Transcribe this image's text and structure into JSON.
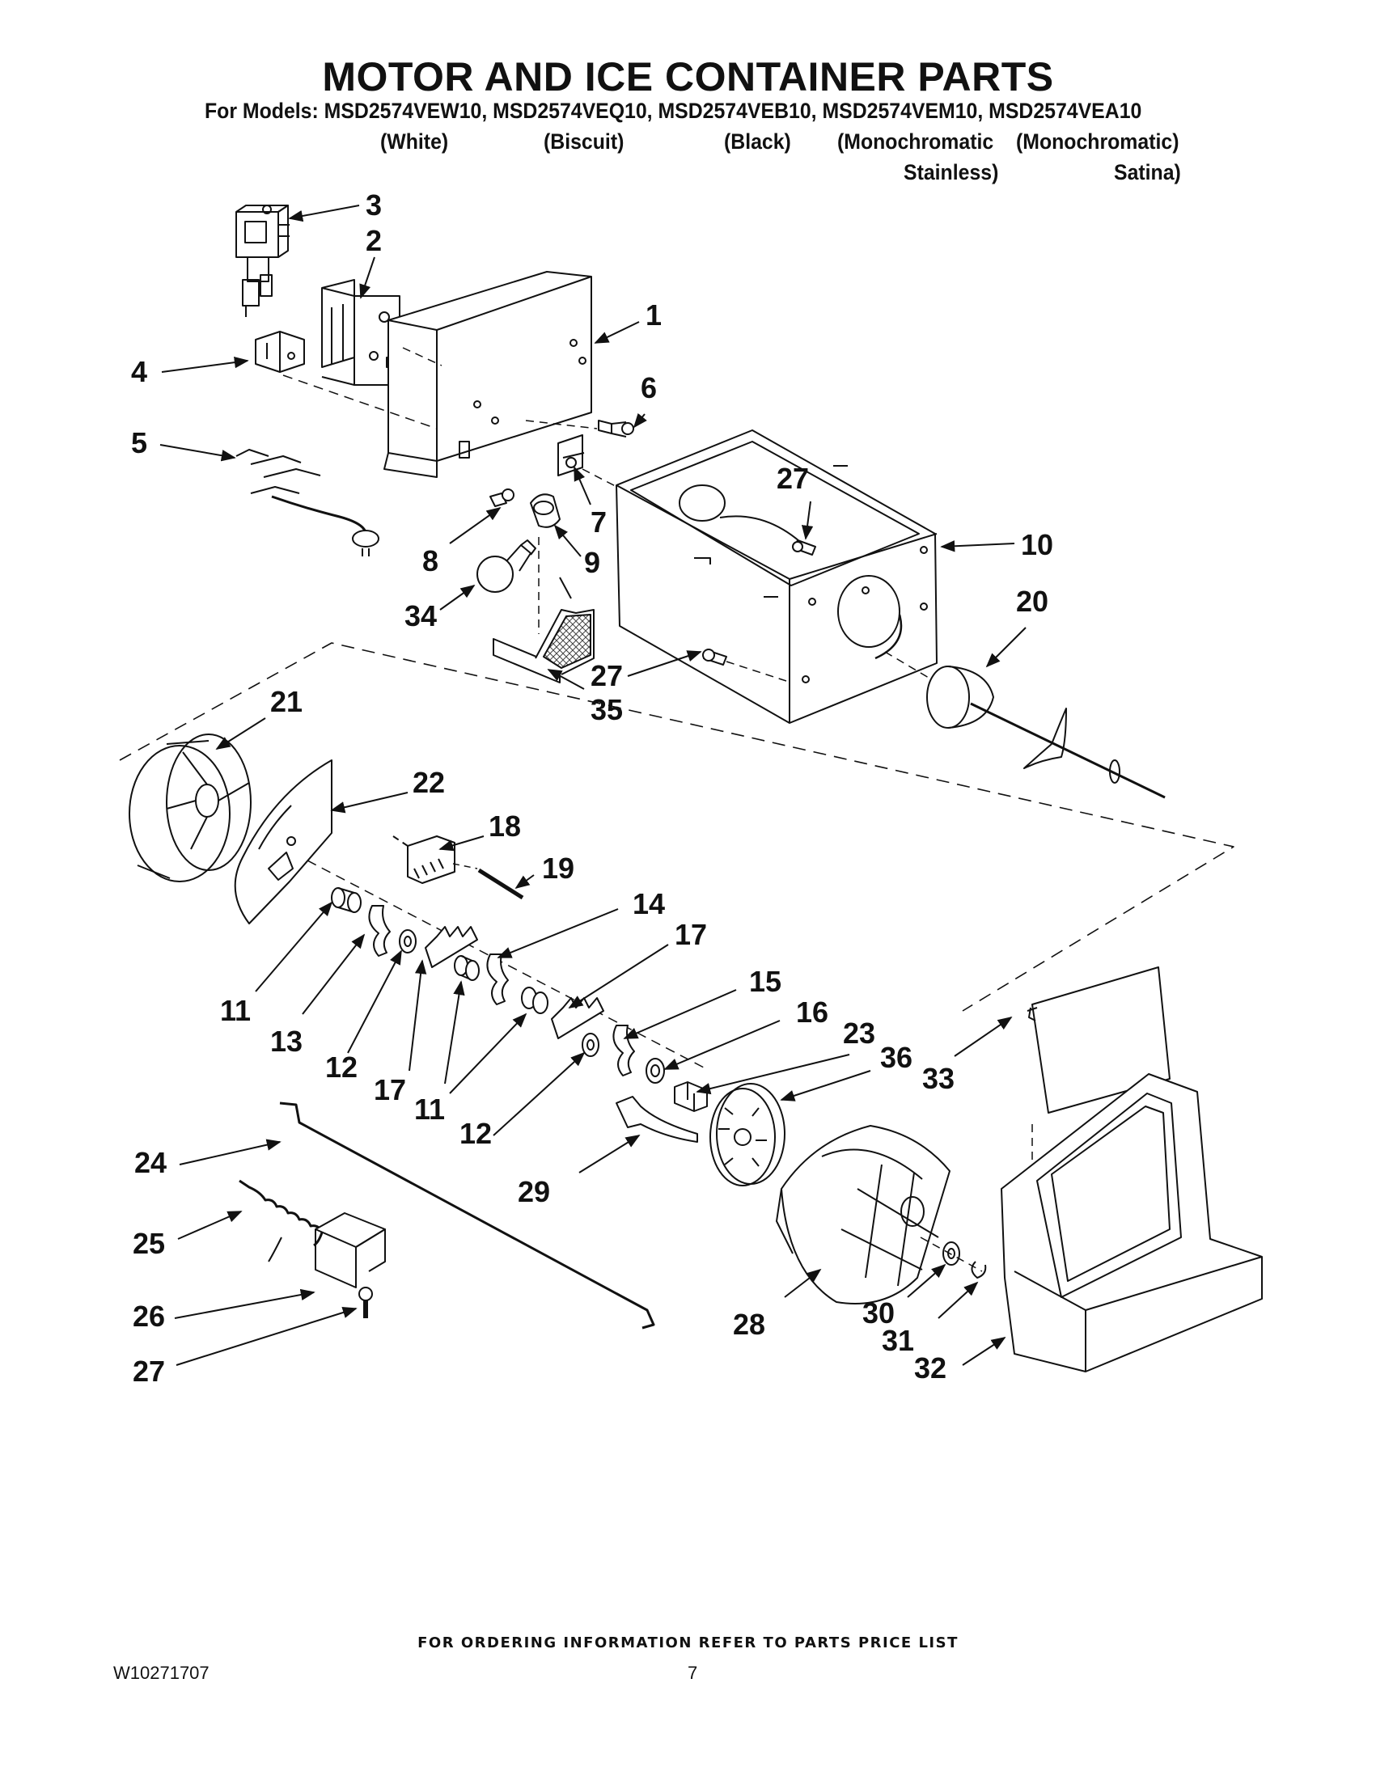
{
  "header": {
    "title": "MOTOR AND ICE CONTAINER PARTS",
    "models_line": "For Models: MSD2574VEW10, MSD2574VEQ10, MSD2574VEB10, MSD2574VEM10, MSD2574VEA10",
    "variants": [
      "(White)",
      "(Biscuit)",
      "(Black)",
      "(Monochromatic",
      "(Monochromatic)"
    ],
    "variants_line2": [
      "Stainless)",
      "Satina)"
    ]
  },
  "callouts": {
    "c1": "1",
    "c2": "2",
    "c3": "3",
    "c4": "4",
    "c5": "5",
    "c6": "6",
    "c7": "7",
    "c8": "8",
    "c9": "9",
    "c10": "10",
    "c11a": "11",
    "c11b": "11",
    "c12a": "12",
    "c12b": "12",
    "c13": "13",
    "c14": "14",
    "c15": "15",
    "c16": "16",
    "c17a": "17",
    "c17b": "17",
    "c18": "18",
    "c19": "19",
    "c20": "20",
    "c21": "21",
    "c22": "22",
    "c23": "23",
    "c24": "24",
    "c25": "25",
    "c26": "26",
    "c27a": "27",
    "c27b": "27",
    "c27c": "27",
    "c28": "28",
    "c29": "29",
    "c30": "30",
    "c31": "31",
    "c32": "32",
    "c33": "33",
    "c34": "34",
    "c35": "35",
    "c36": "36"
  },
  "footer": {
    "ordering": "FOR ORDERING INFORMATION REFER TO PARTS PRICE LIST",
    "doc_number": "W10271707",
    "page": "7"
  }
}
